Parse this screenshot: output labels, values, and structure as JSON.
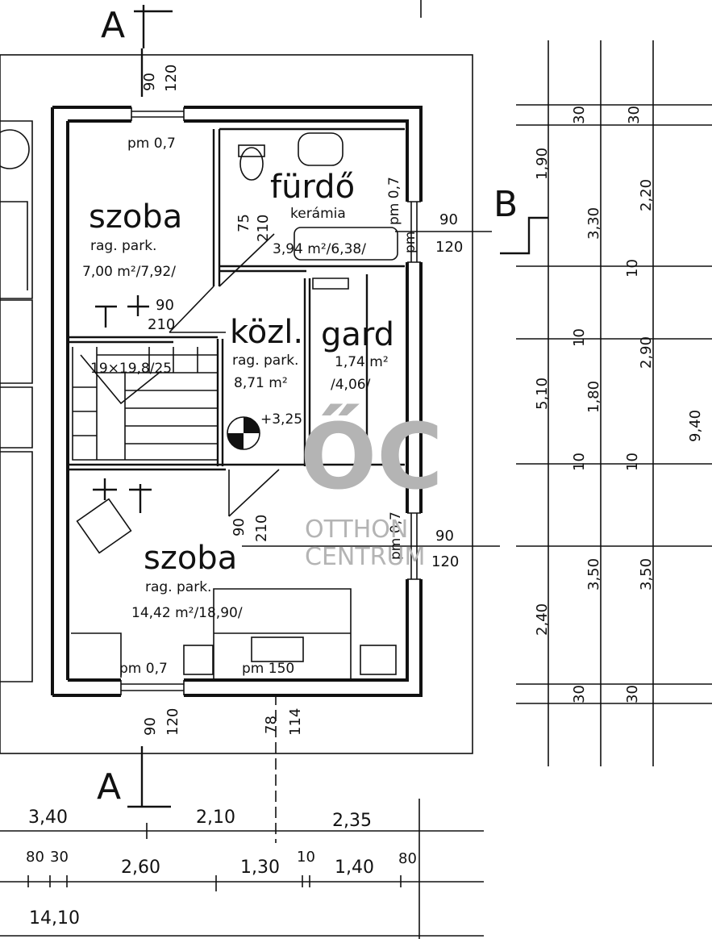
{
  "section_marks": {
    "a": "A",
    "b": "B"
  },
  "rooms": {
    "room1": {
      "name": "szoba",
      "floor": "rag. park.",
      "area": "7,00 m²/7,92/"
    },
    "bath": {
      "name": "fürdő",
      "floor": "kerámia",
      "area": "3,94 m²/6,38/"
    },
    "hall": {
      "name": "közl.",
      "floor": "rag. park.",
      "area": "8,71 m²"
    },
    "ward": {
      "name": "gard",
      "area": "1,74 m²",
      "area2": "/4,06/"
    },
    "room2": {
      "name": "szoba",
      "floor": "rag. park.",
      "area": "14,42 m²/18,90/"
    }
  },
  "stairs": "19×19,8/25",
  "level": "+3,25",
  "sills": {
    "top_left": "pm 0,7",
    "bottom_left": "pm 0,7",
    "bottom_mid": "pm 150",
    "bath_right": "pm 0,7",
    "right": "pm 0,7",
    "bath_vert": "pm"
  },
  "openings": {
    "top_90": "90",
    "top_120": "120",
    "door_75": "75",
    "door_210a": "210",
    "hall_90": "90",
    "hall_210": "210",
    "bath_90": "90",
    "bath_120": "120",
    "low_90": "90",
    "low_210": "210",
    "right_90": "90",
    "right_120": "120",
    "bot_90": "90",
    "bot_120": "120",
    "bot_78": "78",
    "bot_114": "114"
  },
  "dims_right_col1": [
    "1,90",
    "5,10",
    "2,40"
  ],
  "dims_right_col2": [
    "30",
    "3,30",
    "10",
    "1,80",
    "10",
    "3,50",
    "30"
  ],
  "dims_right_col3": [
    "30",
    "2,20",
    "10",
    "2,90",
    "10",
    "3,50",
    "30"
  ],
  "dims_right_total": "9,40",
  "dims_bottom_row1": [
    "3,40",
    "2,10",
    "2,35"
  ],
  "dims_bottom_row2": [
    "80",
    "30",
    "2,60",
    "1,30",
    "10",
    "1,40",
    "80"
  ],
  "dims_bottom_total": "14,10",
  "watermark": {
    "logo": "ŐC",
    "line1": "OTTHON",
    "line2": "CENTRUM"
  }
}
